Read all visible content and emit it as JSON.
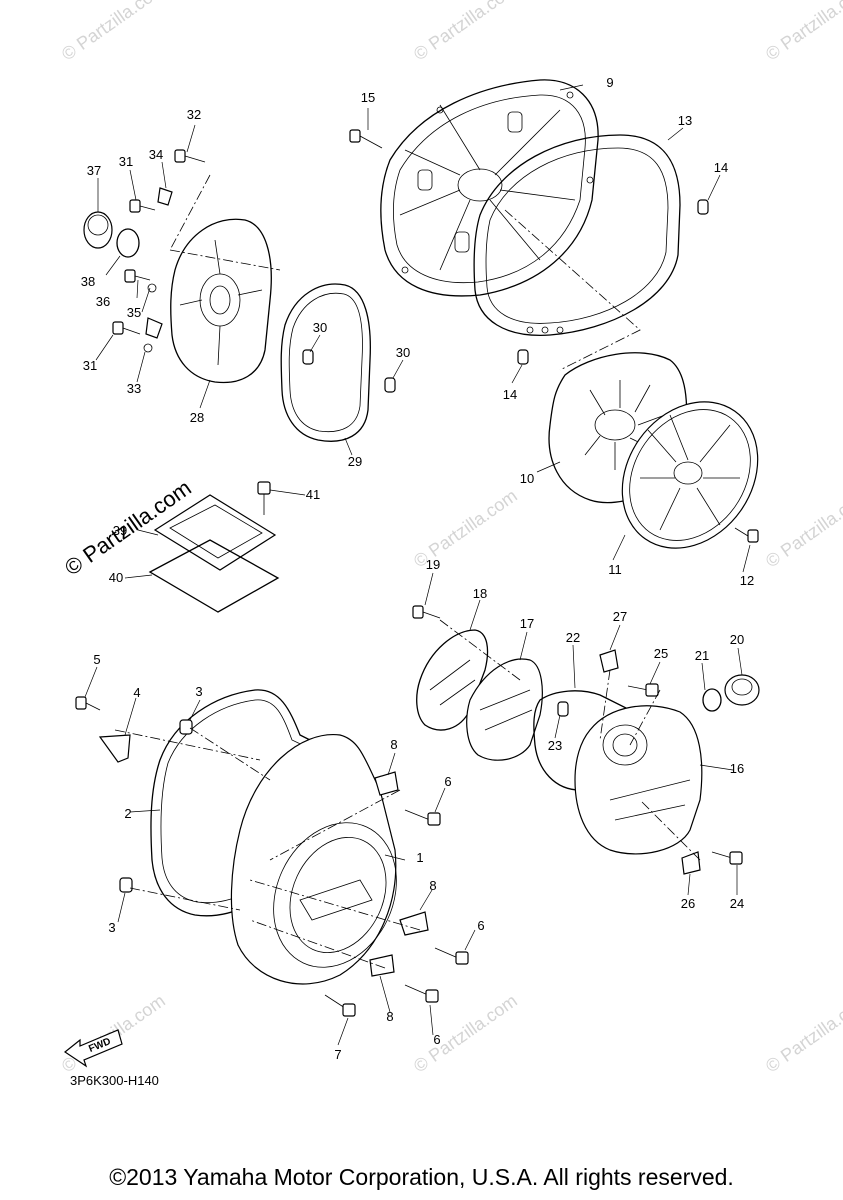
{
  "watermark": {
    "site": "© Partzilla.com",
    "prominent": "© Partzilla.com"
  },
  "diagram_code": "3P6K300-H140",
  "fwd_label": "FWD",
  "copyright": "©2013 Yamaha Motor Corporation, U.S.A. All rights reserved.",
  "callouts": {
    "n1": "1",
    "n2": "2",
    "n3a": "3",
    "n3b": "3",
    "n4": "4",
    "n5": "5",
    "n6a": "6",
    "n6b": "6",
    "n6c": "6",
    "n7": "7",
    "n8a": "8",
    "n8b": "8",
    "n8c": "8",
    "n9": "9",
    "n10": "10",
    "n11": "11",
    "n12": "12",
    "n13": "13",
    "n14a": "14",
    "n14b": "14",
    "n15": "15",
    "n16": "16",
    "n17": "17",
    "n18": "18",
    "n19": "19",
    "n20": "20",
    "n21": "21",
    "n22": "22",
    "n23": "23",
    "n24": "24",
    "n25": "25",
    "n26": "26",
    "n27": "27",
    "n28": "28",
    "n29": "29",
    "n30a": "30",
    "n30b": "30",
    "n31a": "31",
    "n31b": "31",
    "n32": "32",
    "n33": "33",
    "n34": "34",
    "n35": "35",
    "n36": "36",
    "n37": "37",
    "n38": "38",
    "n39": "39",
    "n40": "40",
    "n41": "41"
  }
}
